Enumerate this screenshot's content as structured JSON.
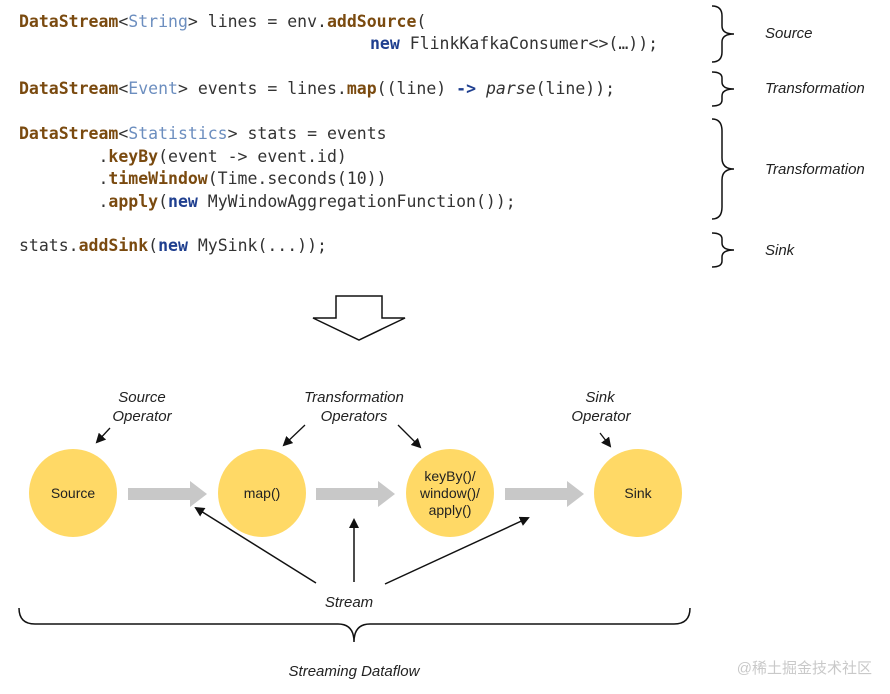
{
  "code": {
    "l1a": "DataStream",
    "l1b": "<",
    "l1c": "String",
    "l1d": "> lines = env.",
    "l1e": "addSource",
    "l1f": "(",
    "l2a": "new",
    "l2b": " FlinkKafkaConsumer<>(…));",
    "l3a": "DataStream",
    "l3b": "<",
    "l3c": "Event",
    "l3d": "> events = lines.",
    "l3e": "map",
    "l3f": "((line) ",
    "l3g": "->",
    "l3h": " ",
    "l3i": "parse",
    "l3j": "(line));",
    "l4a": "DataStream",
    "l4b": "<",
    "l4c": "Statistics",
    "l4d": "> stats = events",
    "l5a": "        .",
    "l5b": "keyBy",
    "l5c": "(event -> event.id)",
    "l6a": "        .",
    "l6b": "timeWindow",
    "l6c": "(Time.seconds(10))",
    "l7a": "        .",
    "l7b": "apply",
    "l7c": "(",
    "l7d": "new",
    "l7e": " MyWindowAggregationFunction());",
    "l8a": "stats.",
    "l8b": "addSink",
    "l8c": "(",
    "l8d": "new",
    "l8e": " MySink(...));"
  },
  "side_labels": {
    "source": "Source",
    "transformation1": "Transformation",
    "transformation2": "Transformation",
    "sink": "Sink"
  },
  "operators": {
    "source_line1": "Source",
    "source_line2": "Operator",
    "transform_line1": "Transformation",
    "transform_line2": "Operators",
    "sink_line1": "Sink",
    "sink_line2": "Operator"
  },
  "nodes": {
    "source": "Source",
    "map": "map()",
    "keyby_line1": "keyBy()/",
    "keyby_line2": "window()/",
    "keyby_line3": "apply()",
    "sink": "Sink"
  },
  "stream_label": "Stream",
  "dataflow_label": "Streaming Dataflow",
  "watermark": "@稀土掘金技术社区",
  "colors": {
    "node_fill": "#ffd966",
    "flow_arrow": "#c8c8c8",
    "keyword": "#7a4a0f",
    "type": "#6c8ebf",
    "new_keyword": "#1f3f8f"
  }
}
